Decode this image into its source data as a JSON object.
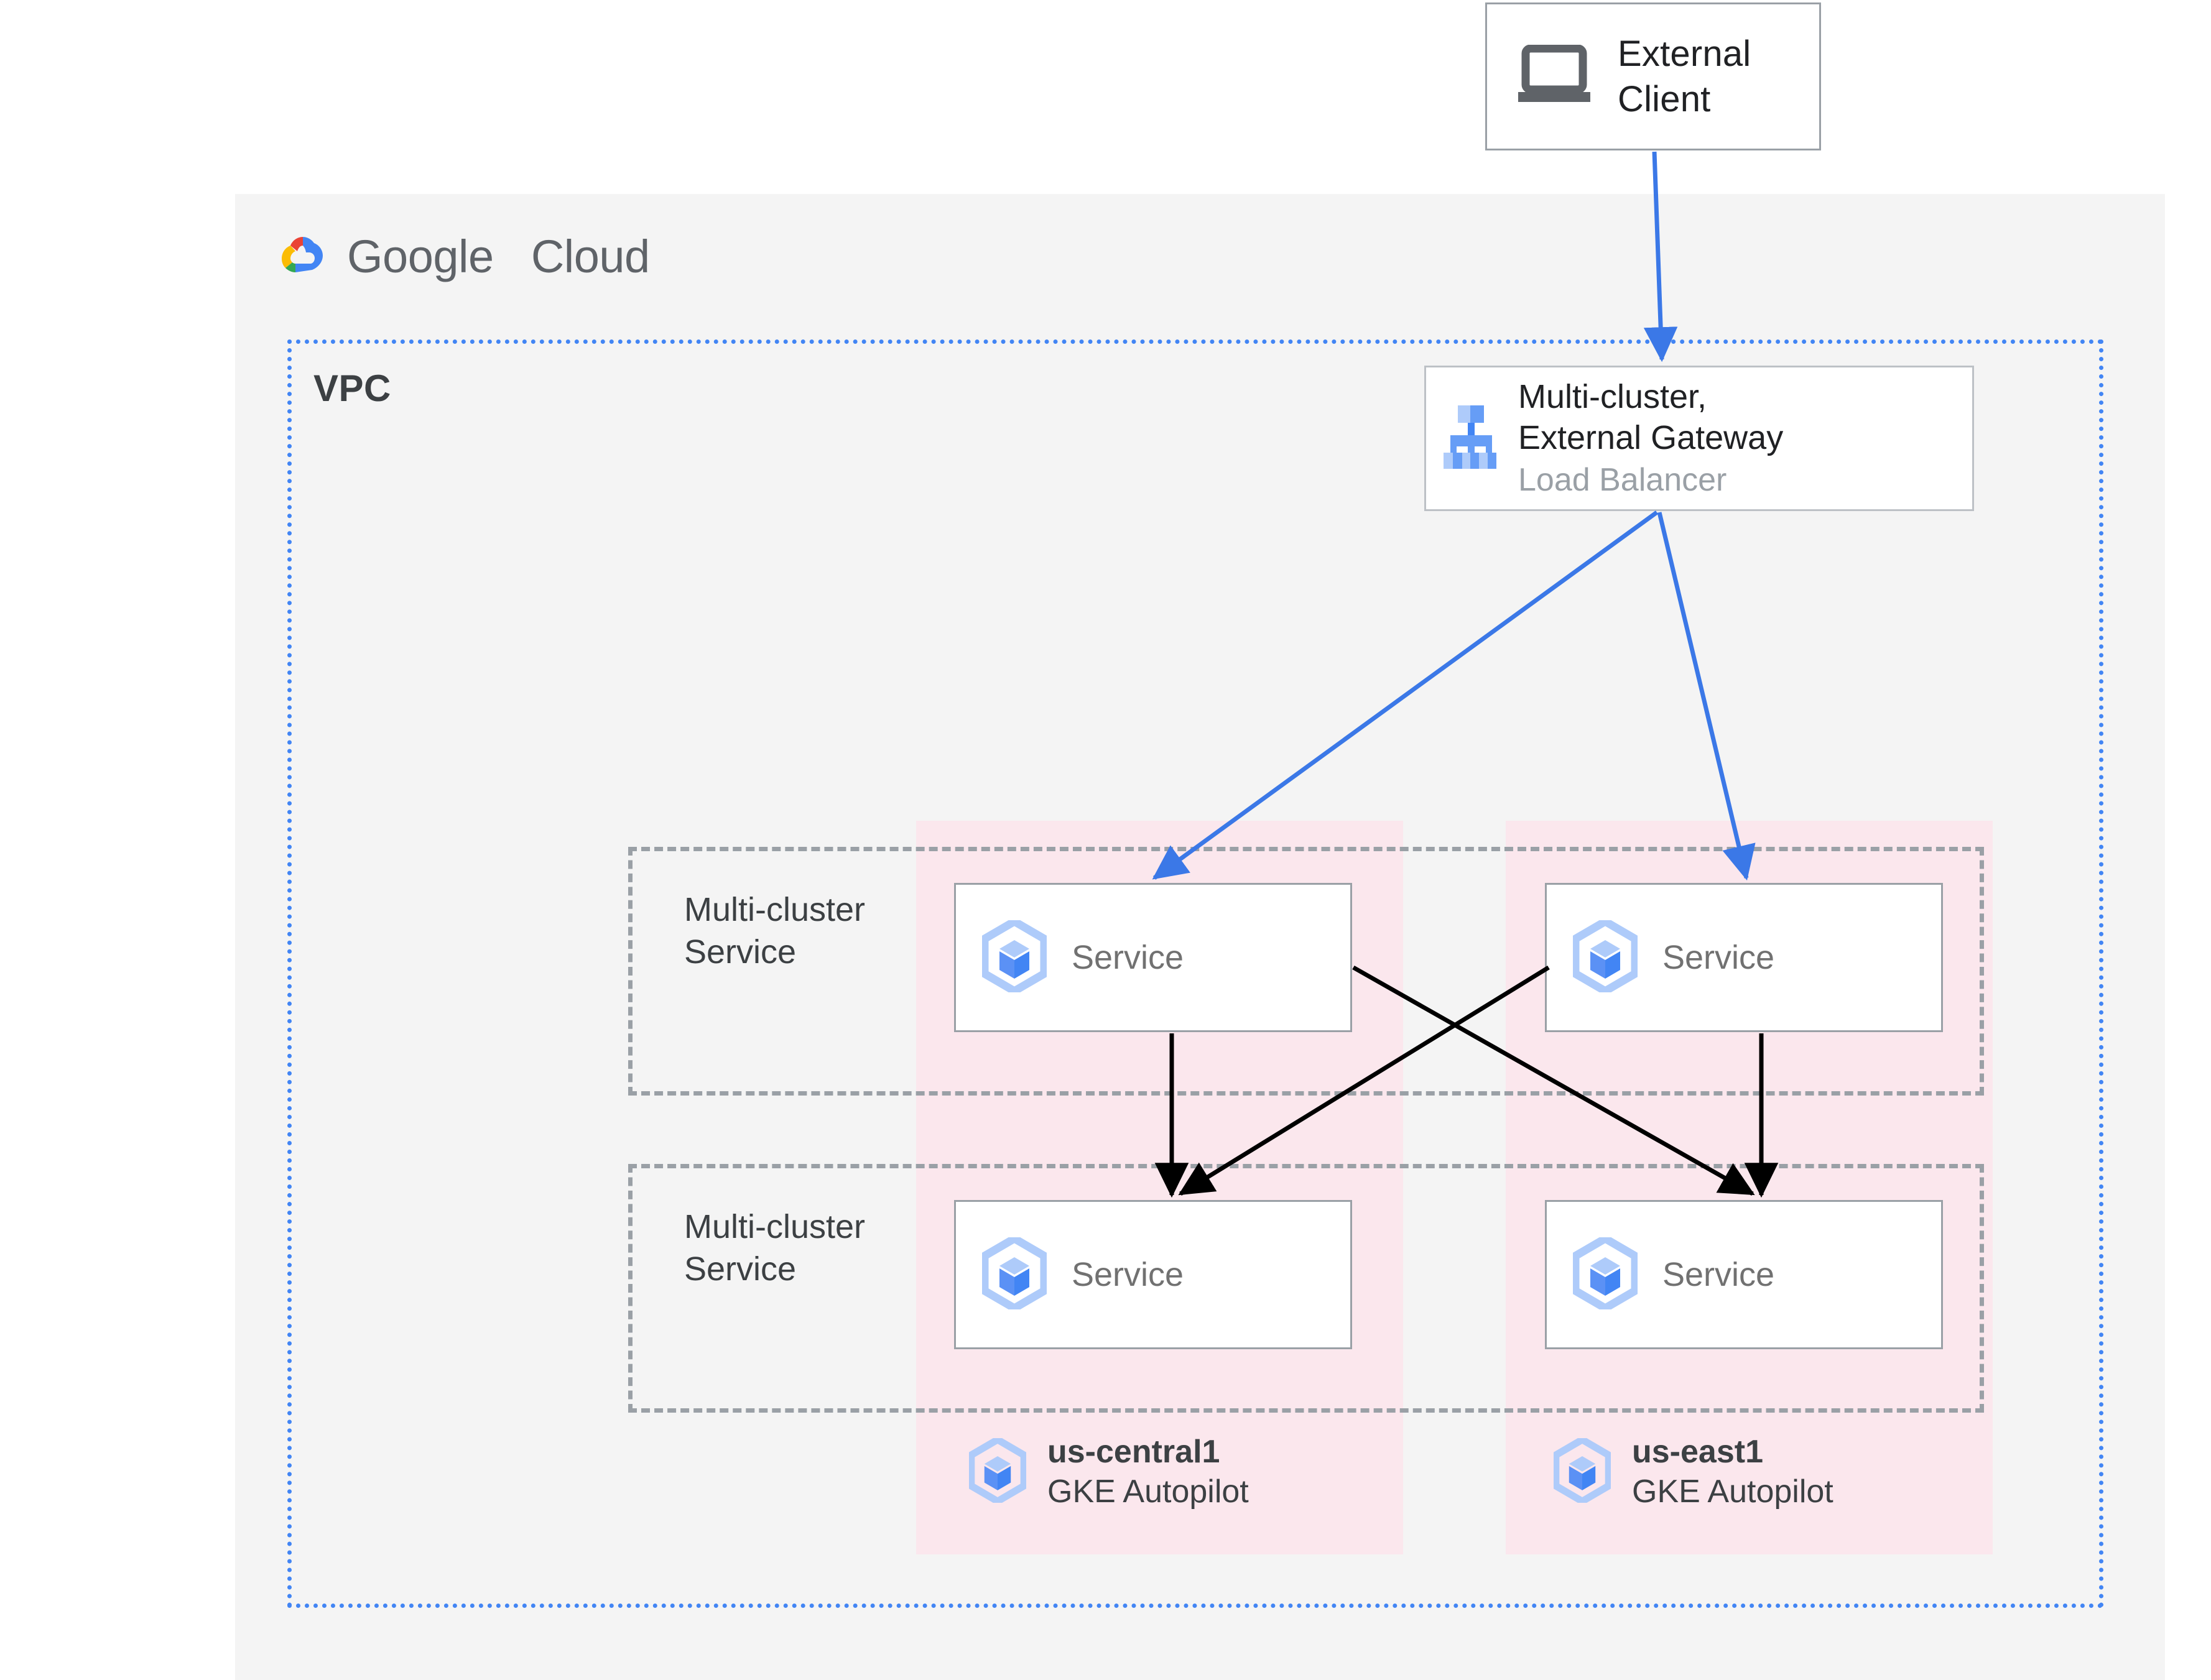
{
  "external_client": {
    "icon": "laptop-icon",
    "label_line1": "External",
    "label_line2": "Client"
  },
  "cloud_panel": {
    "logo_icon": "google-cloud-logo",
    "brand_first": "Google",
    "brand_second": "Cloud"
  },
  "vpc": {
    "label": "VPC",
    "border_color": "#4285f4"
  },
  "gateway": {
    "icon": "load-balancer-icon",
    "title_line1": "Multi-cluster,",
    "title_line2": "External Gateway",
    "subtitle": "Load Balancer"
  },
  "multi_cluster_services": [
    {
      "label_line1": "Multi-cluster",
      "label_line2": "Service"
    },
    {
      "label_line1": "Multi-cluster",
      "label_line2": "Service"
    }
  ],
  "services": [
    {
      "icon": "kubernetes-service-icon",
      "label": "Service",
      "position": "top-left"
    },
    {
      "icon": "kubernetes-service-icon",
      "label": "Service",
      "position": "top-right"
    },
    {
      "icon": "kubernetes-service-icon",
      "label": "Service",
      "position": "bottom-left"
    },
    {
      "icon": "kubernetes-service-icon",
      "label": "Service",
      "position": "bottom-right"
    }
  ],
  "clusters": [
    {
      "icon": "kubernetes-service-icon",
      "name": "us-central1",
      "type": "GKE Autopilot",
      "band_color": "#fce3ea"
    },
    {
      "icon": "kubernetes-service-icon",
      "name": "us-east1",
      "type": "GKE Autopilot",
      "band_color": "#fce3ea"
    }
  ],
  "colors": {
    "panel_background": "#f4f4f4",
    "vpc_border": "#4285f4",
    "cluster_band": "#fce3ea",
    "dashed_border": "#9aa0a6",
    "blue_arrow": "#3b78e7",
    "black_arrow": "#000000",
    "icon_blue_dark": "#5b91f5",
    "icon_blue_light": "#aecbfa"
  }
}
